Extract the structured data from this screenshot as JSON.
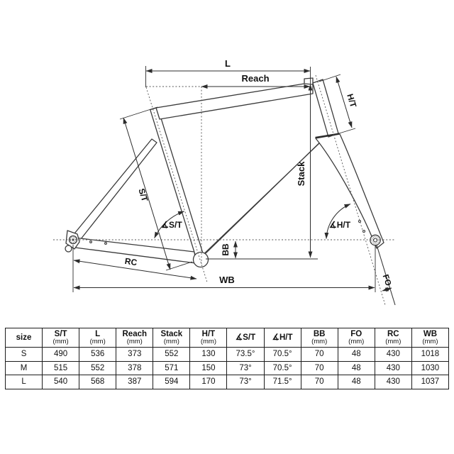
{
  "diagram": {
    "labels": {
      "l": "L",
      "reach": "Reach",
      "ht": "H/T",
      "st": "S/T",
      "stack": "Stack",
      "bb": "BB",
      "angle_st": "∡S/T",
      "angle_ht": "∡H/T",
      "rc": "RC",
      "wb": "WB",
      "fo": "FO"
    }
  },
  "table": {
    "headers": [
      {
        "label": "size",
        "unit": ""
      },
      {
        "label": "S/T",
        "unit": "(mm)"
      },
      {
        "label": "L",
        "unit": "(mm)"
      },
      {
        "label": "Reach",
        "unit": "(mm)"
      },
      {
        "label": "Stack",
        "unit": "(mm)"
      },
      {
        "label": "H/T",
        "unit": "(mm)"
      },
      {
        "label": "∡S/T",
        "unit": ""
      },
      {
        "label": "∡H/T",
        "unit": ""
      },
      {
        "label": "BB",
        "unit": "(mm)"
      },
      {
        "label": "FO",
        "unit": "(mm)"
      },
      {
        "label": "RC",
        "unit": "(mm)"
      },
      {
        "label": "WB",
        "unit": "(mm)"
      }
    ],
    "rows": [
      {
        "size": "S",
        "values": [
          "490",
          "536",
          "373",
          "552",
          "130",
          "73.5°",
          "70.5°",
          "70",
          "48",
          "430",
          "1018"
        ]
      },
      {
        "size": "M",
        "values": [
          "515",
          "552",
          "378",
          "571",
          "150",
          "73°",
          "70.5°",
          "70",
          "48",
          "430",
          "1030"
        ]
      },
      {
        "size": "L",
        "values": [
          "540",
          "568",
          "387",
          "594",
          "170",
          "73°",
          "71.5°",
          "70",
          "48",
          "430",
          "1037"
        ]
      }
    ]
  }
}
